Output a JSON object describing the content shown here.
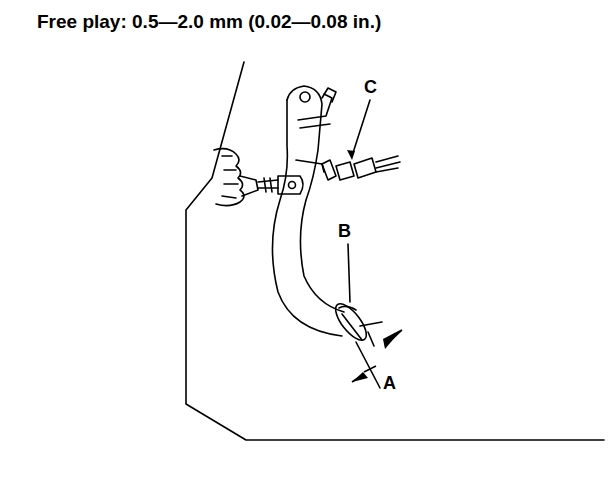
{
  "diagram": {
    "title": "Free play: 0.5—2.0 mm (0.02—0.08 in.)",
    "labels": [
      "C",
      "B",
      "A"
    ]
  }
}
